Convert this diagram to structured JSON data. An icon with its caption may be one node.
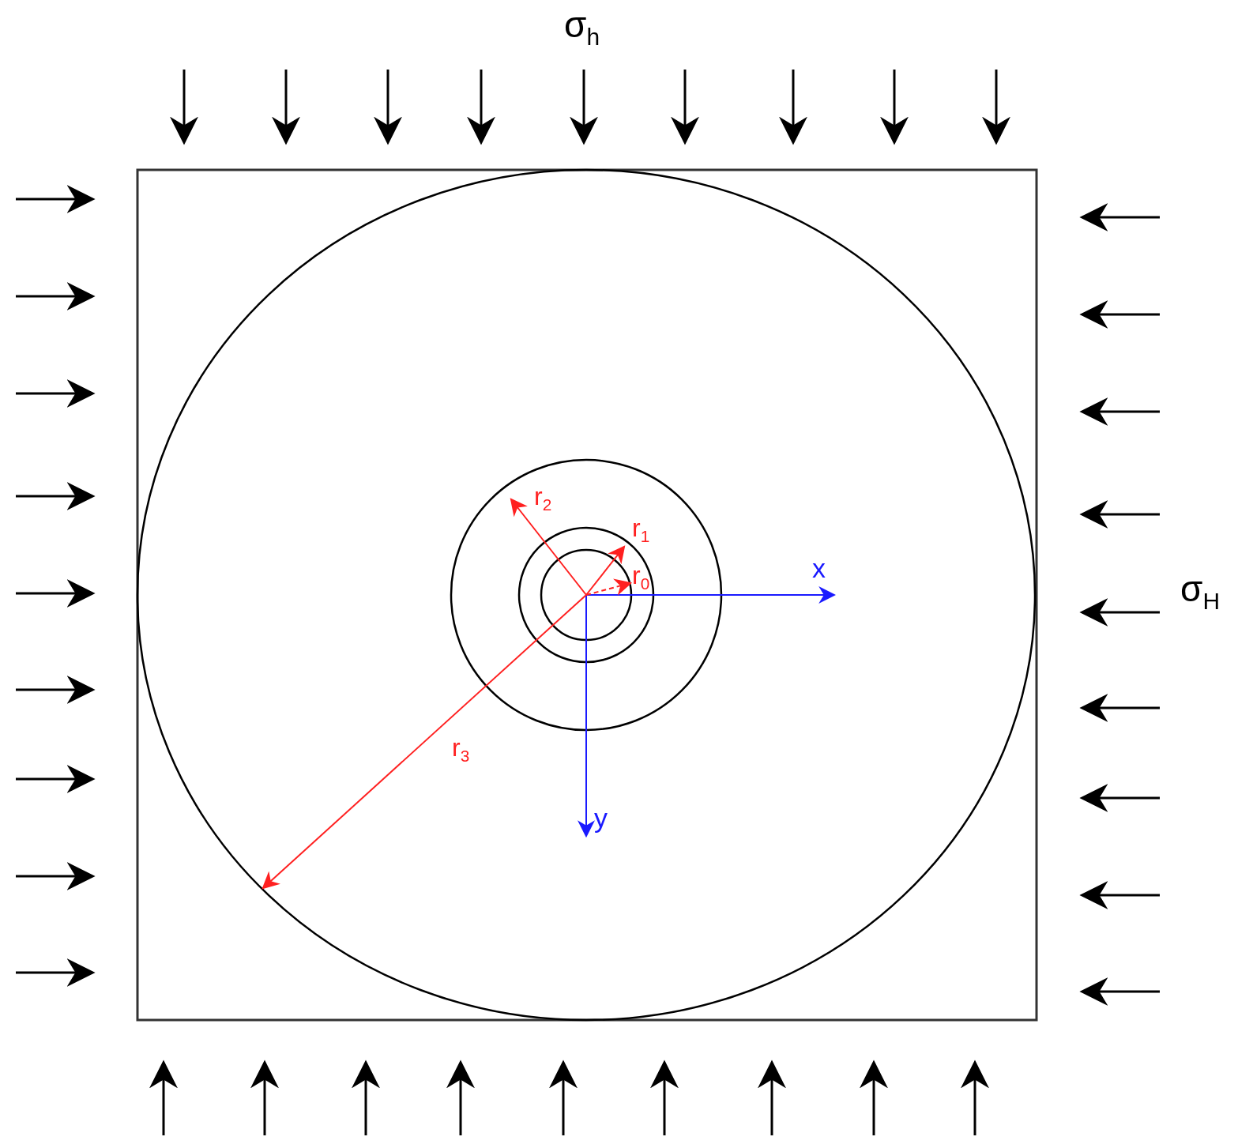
{
  "diagram": {
    "labels": [
      "σ$_{h}$",
      "r$_{2}$",
      "r$_{1}$",
      "r$_{0}$",
      "x",
      "σ$_{H}$",
      "r$_{3}$",
      "y"
    ]
  }
}
